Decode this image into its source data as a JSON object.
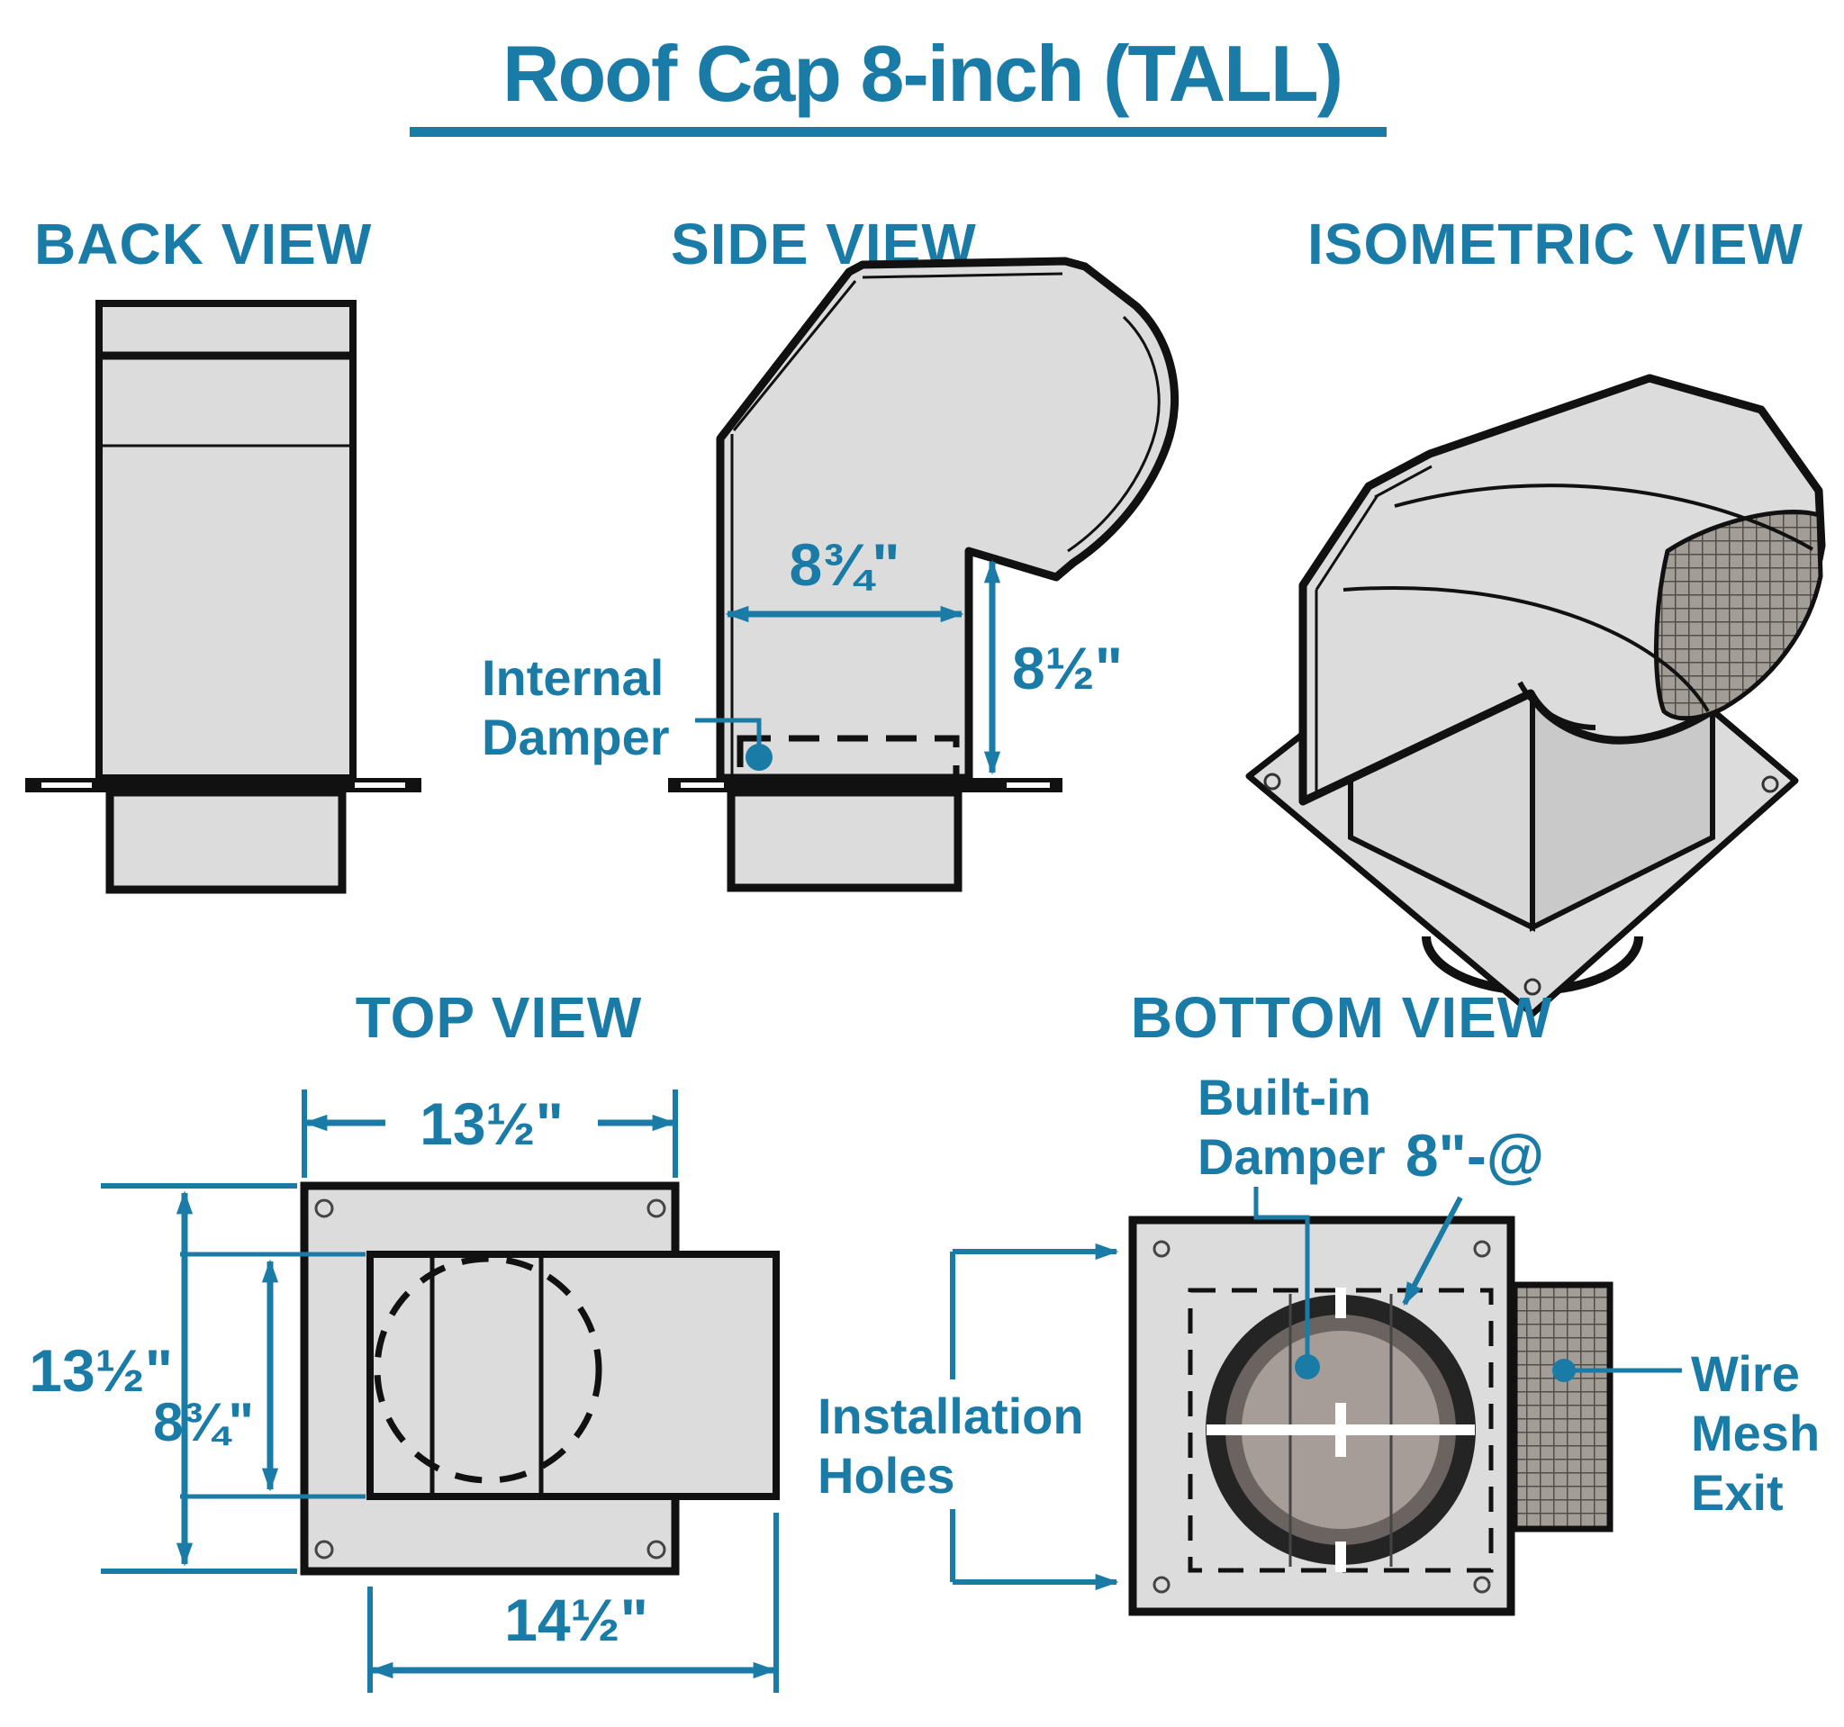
{
  "title": {
    "text": "Roof Cap 8-inch (TALL)"
  },
  "colors": {
    "accent_teal": "#1a7ca6",
    "outline_black": "#111111",
    "panel_gray": "#dcdcdc",
    "damper_ring": "#242424",
    "damper_band": "#6b6360",
    "damper_disc": "#a69d99",
    "mesh_fill": "#a39d97",
    "mesh_line": "#524d48"
  },
  "views": {
    "back": {
      "label": "BACK VIEW"
    },
    "side": {
      "label": "SIDE VIEW",
      "dims": {
        "depth": "8¾\"",
        "height": "8½\""
      },
      "annotations": {
        "internal_damper": [
          "Internal",
          "Damper"
        ]
      }
    },
    "isometric": {
      "label": "ISOMETRIC VIEW"
    },
    "top": {
      "label": "TOP VIEW",
      "dims": {
        "plate_width": "13½\"",
        "plate_height": "13½\"",
        "hood_depth": "8¾\"",
        "total_depth": "14½\""
      }
    },
    "bottom": {
      "label": "BOTTOM VIEW",
      "annotations": {
        "built_in_damper": [
          "Built-in",
          "Damper"
        ],
        "duct_diameter": "8\"-@",
        "installation_holes": [
          "Installation",
          "Holes"
        ],
        "wire_mesh_exit": [
          "Wire",
          "Mesh",
          "Exit"
        ]
      }
    }
  }
}
